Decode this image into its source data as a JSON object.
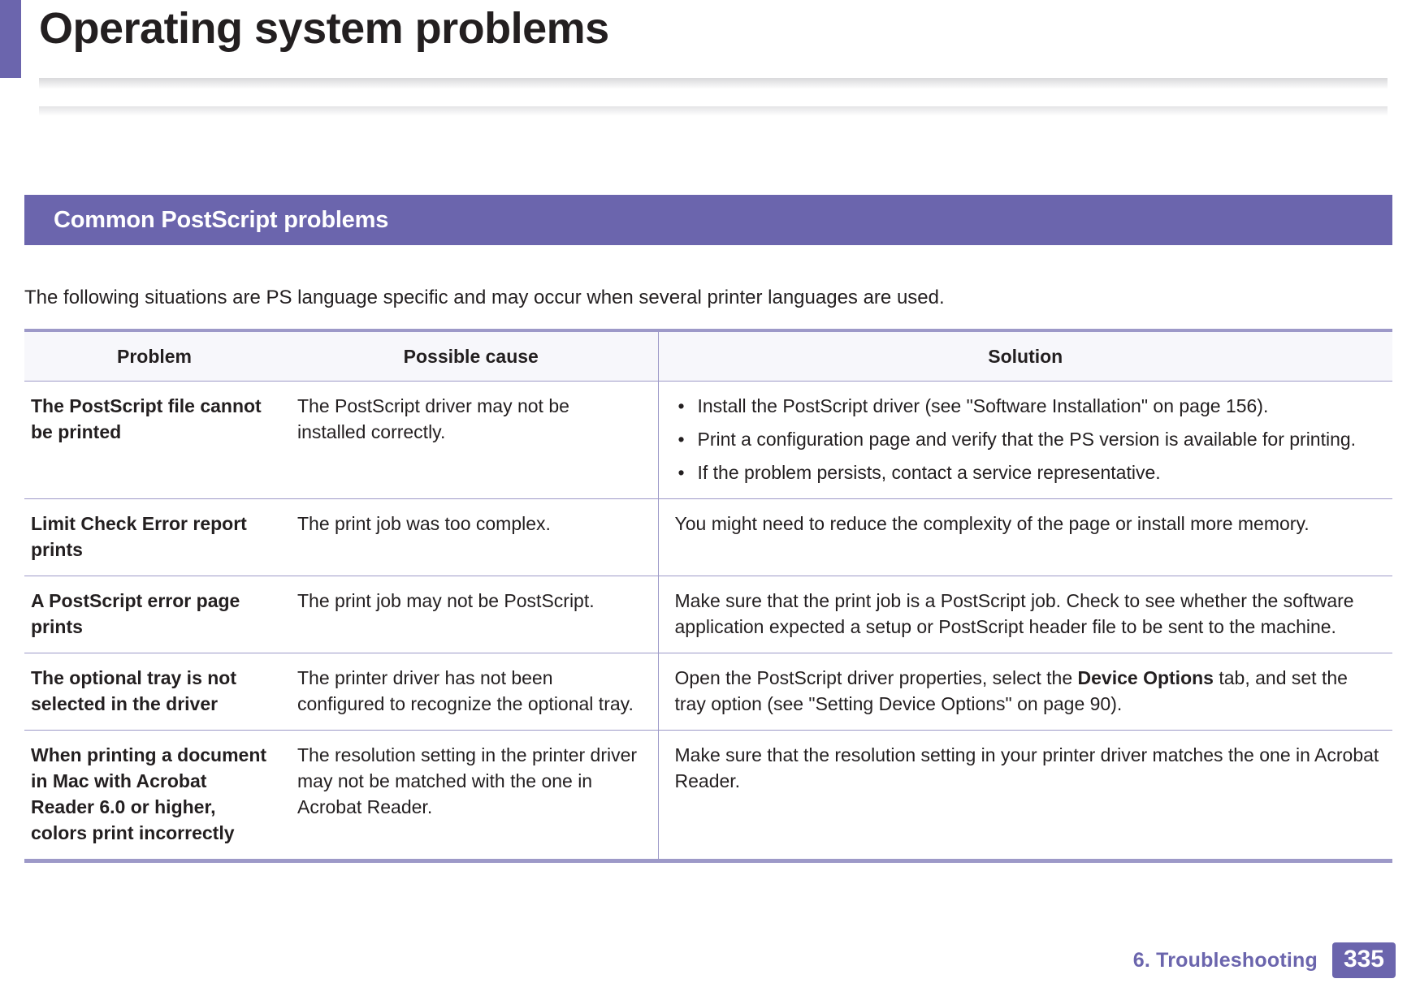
{
  "page": {
    "title": "Operating system problems",
    "accent_color": "#6b65ad",
    "header_rule_color": "#9d99c8"
  },
  "section": {
    "heading": "Common PostScript problems",
    "intro": "The following situations are PS language specific and may occur when several printer languages are used."
  },
  "table": {
    "headers": {
      "problem": "Problem",
      "cause": "Possible cause",
      "solution": "Solution"
    },
    "rows": [
      {
        "problem": "The PostScript file cannot be printed",
        "cause": "The PostScript driver may not be installed correctly.",
        "solution_bullets": [
          "Install the PostScript driver (see \"Software Installation\" on page 156).",
          "Print a configuration page and verify that the PS version is available for printing.",
          "If the problem persists, contact a service representative."
        ]
      },
      {
        "problem": "Limit Check Error report prints",
        "cause": "The print job was too complex.",
        "solution": "You might need to reduce the complexity of the page or install more memory."
      },
      {
        "problem": "A PostScript error page prints",
        "cause": "The print job may not be PostScript.",
        "solution": "Make sure that the print job is a PostScript job. Check to see whether the software application expected a setup or PostScript header file to be sent to the machine."
      },
      {
        "problem": "The optional tray is not selected in the driver",
        "cause": "The printer driver has not been configured to recognize the optional tray.",
        "solution_pre": "Open the PostScript driver properties, select the ",
        "solution_bold": "Device Options",
        "solution_post": " tab, and set the tray option (see \"Setting Device Options\" on page 90)."
      },
      {
        "problem": "When printing a document in Mac with Acrobat Reader 6.0 or higher, colors print incorrectly",
        "cause": "The resolution setting in the printer driver may not be matched with the one in Acrobat Reader.",
        "solution": "Make sure that the resolution setting in your printer driver matches the one in Acrobat Reader."
      }
    ],
    "bullet_glyph": "•"
  },
  "footer": {
    "chapter": "6.  Troubleshooting",
    "page_number": "335"
  }
}
